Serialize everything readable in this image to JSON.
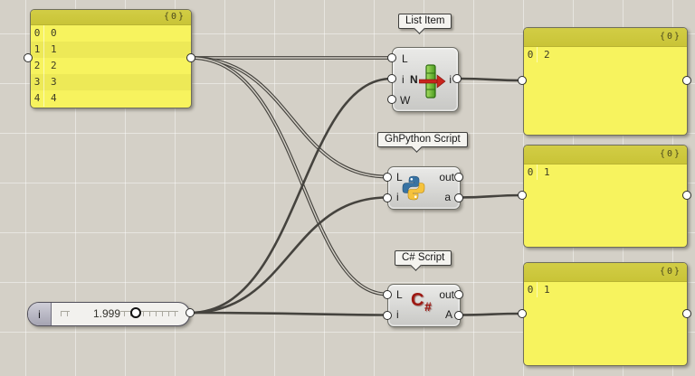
{
  "colors": {
    "canvas": "#d4d0c7",
    "panel_body": "#f7f35e",
    "panel_header": "#cdc83e",
    "wire": "#45433e",
    "component_body": "#d9d9d6",
    "python_blue": "#3873a3",
    "python_yellow": "#f6c33c",
    "csharp_red": "#9e1812",
    "list_item_green": "#4a9a20",
    "list_item_arrow_red": "#c8251d"
  },
  "source_panel": {
    "header": "{0}",
    "rows": [
      {
        "i": "0",
        "v": "0"
      },
      {
        "i": "1",
        "v": "1"
      },
      {
        "i": "2",
        "v": "2"
      },
      {
        "i": "3",
        "v": "3"
      },
      {
        "i": "4",
        "v": "4"
      }
    ]
  },
  "slider": {
    "name": "i",
    "value": "1.999"
  },
  "components": {
    "list_item": {
      "label": "List Item",
      "inputs": {
        "l": "L",
        "i": "i",
        "w": "W"
      },
      "center": "N",
      "output": "i",
      "icon": "list-item-icon"
    },
    "ghpython": {
      "label": "GhPython Script",
      "inputs": {
        "l": "L",
        "i": "i"
      },
      "outputs": {
        "out": "out",
        "a": "a"
      },
      "icon": "python-icon"
    },
    "csharp": {
      "label": "C# Script",
      "inputs": {
        "l": "L",
        "i": "i"
      },
      "outputs": {
        "out": "out",
        "a": "A"
      },
      "icon": "csharp-icon",
      "icon_c": "C",
      "icon_hash": "#"
    }
  },
  "output_panels": [
    {
      "header": "{0}",
      "rows": [
        {
          "i": "0",
          "v": "2"
        }
      ]
    },
    {
      "header": "{0}",
      "rows": [
        {
          "i": "0",
          "v": "1"
        }
      ]
    },
    {
      "header": "{0}",
      "rows": [
        {
          "i": "0",
          "v": "1"
        }
      ]
    }
  ]
}
